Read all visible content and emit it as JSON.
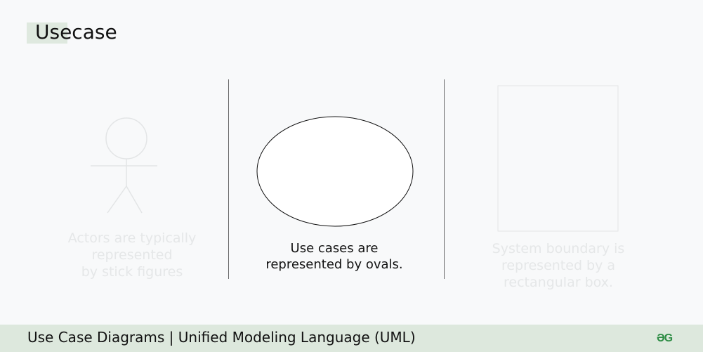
{
  "title": "Usecase",
  "captions": {
    "actor": [
      "Actors are typically",
      "represented",
      "by stick figures"
    ],
    "use_case": [
      "Use cases are",
      "represented by ovals."
    ],
    "system_boundary": [
      "System boundary is",
      "represented by a",
      "rectangular box."
    ]
  },
  "footer": {
    "text": "Use Case Diagrams | Unified Modeling Language (UML)",
    "logo": "ƏG"
  },
  "colors": {
    "page_bg": "#f8f9fa",
    "footer_bg": "#dde8dd",
    "title_accent": "#dfe9df",
    "faded_text": "#e5e7e8",
    "active_text": "#111111",
    "divider": "#666666",
    "logo_green": "#2f8d46"
  },
  "icons": {
    "actor": "stick-figure-icon",
    "use_case": "oval-icon",
    "system_boundary": "rectangle-icon",
    "logo": "gfg-logo-icon"
  }
}
